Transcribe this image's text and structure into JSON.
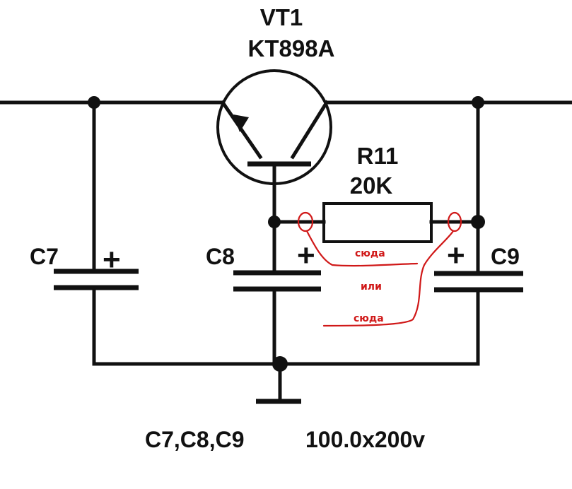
{
  "transistor": {
    "ref": "VT1",
    "type": "KT898A"
  },
  "resistor": {
    "ref": "R11",
    "value": "20K"
  },
  "capacitors": [
    {
      "ref": "C7",
      "polarity": "+"
    },
    {
      "ref": "C8",
      "polarity": "+"
    },
    {
      "ref": "C9",
      "polarity": "+"
    }
  ],
  "spec_note": {
    "parts": "C7,C8,C9",
    "value": "100.0x200v"
  },
  "annotations": {
    "here_1": "сюда",
    "or": "или",
    "here_2": "сюда"
  },
  "colors": {
    "ink": "#111111",
    "annotation": "#d01818",
    "background": "#ffffff"
  }
}
